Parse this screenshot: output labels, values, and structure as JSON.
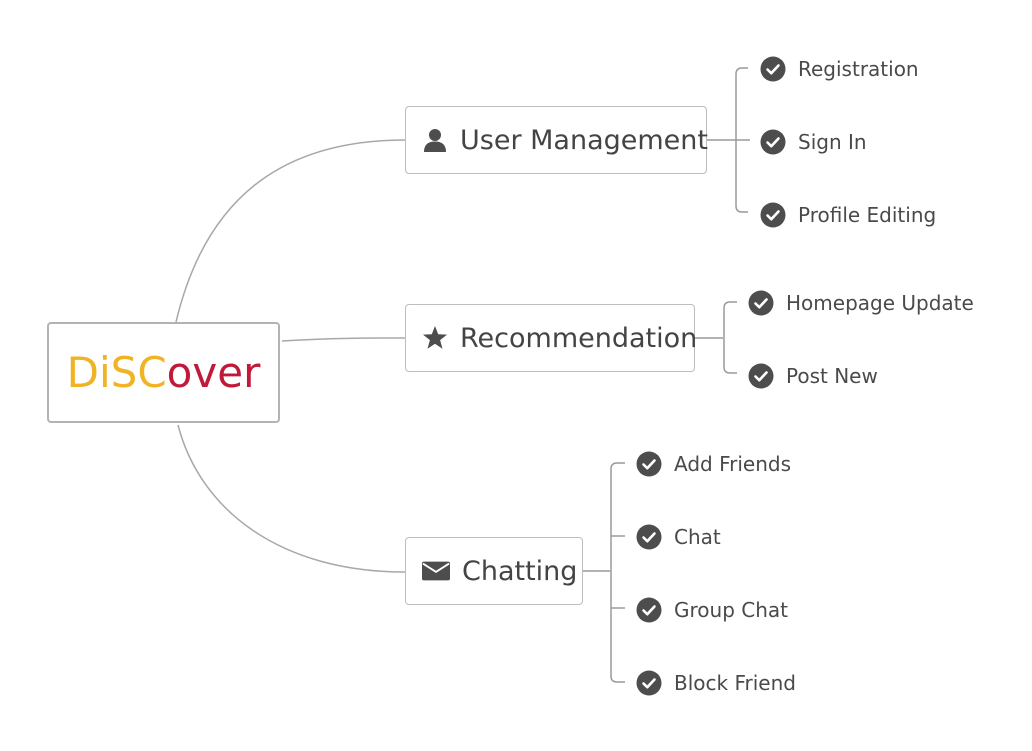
{
  "root": {
    "letters": [
      {
        "char": "D",
        "color": "#f0b323"
      },
      {
        "char": "i",
        "color": "#f0b323"
      },
      {
        "char": "S",
        "color": "#f0b323"
      },
      {
        "char": "C",
        "color": "#f0b323"
      },
      {
        "char": "o",
        "color": "#c0193a"
      },
      {
        "char": "v",
        "color": "#c0193a"
      },
      {
        "char": "e",
        "color": "#c0193a"
      },
      {
        "char": "r",
        "color": "#c0193a"
      }
    ]
  },
  "branches": [
    {
      "label": "User Management",
      "icon": "user-icon",
      "items": [
        "Registration",
        "Sign In",
        "Profile Editing"
      ]
    },
    {
      "label": "Recommendation",
      "icon": "star-icon",
      "items": [
        "Homepage Update",
        "Post New"
      ]
    },
    {
      "label": "Chatting",
      "icon": "envelope-icon",
      "items": [
        "Add Friends",
        "Chat",
        "Group Chat",
        "Block Friend"
      ]
    }
  ],
  "colors": {
    "line": "#a8a8a8",
    "icon": "#4d4d4d",
    "text": "#444444"
  }
}
